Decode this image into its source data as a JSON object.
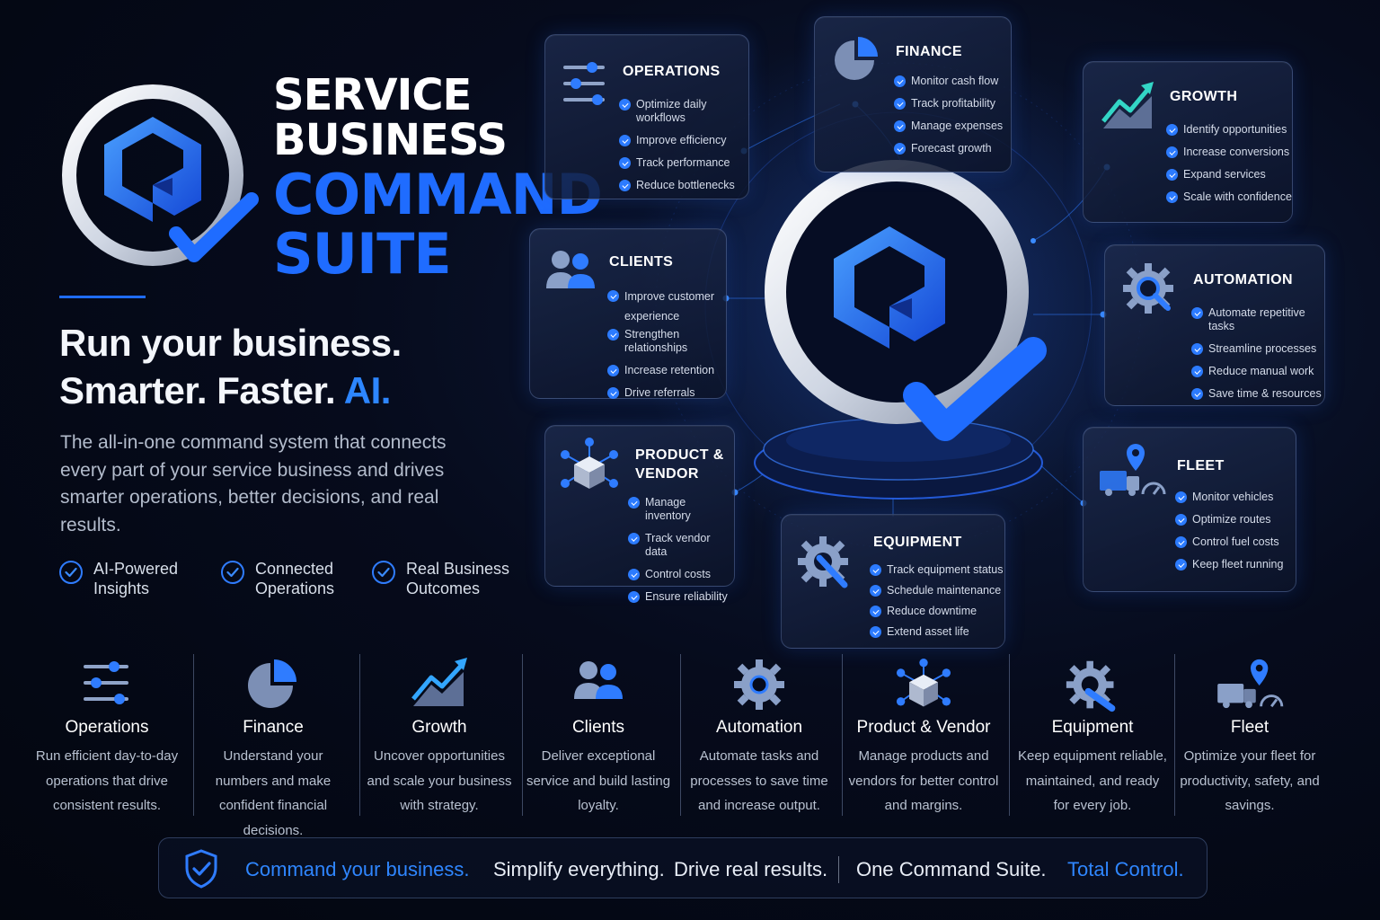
{
  "brand": {
    "line1": "SERVICE",
    "line2": "BUSINESS",
    "line3": "COMMAND",
    "line4": "SUITE",
    "logo_icon": "q-check-logo-icon"
  },
  "hero": {
    "headline_1": "Run your business.",
    "headline_2a": "Smarter. Faster. ",
    "headline_2b": "AI.",
    "description": "The all-in-one command system that connects every part of your service business and drives smarter operations, better decisions, and real results.",
    "pills": [
      "AI-Powered Insights",
      "Connected Operations",
      "Real Business Outcomes"
    ]
  },
  "cards": {
    "operations": {
      "title": "OPERATIONS",
      "icon": "sliders-icon",
      "items": [
        "Optimize daily workflows",
        "Improve efficiency",
        "Track performance",
        "Reduce bottlenecks"
      ]
    },
    "finance": {
      "title": "FINANCE",
      "icon": "pie-chart-icon",
      "items": [
        "Monitor cash flow",
        "Track profitability",
        "Manage expenses",
        "Forecast growth"
      ]
    },
    "growth": {
      "title": "GROWTH",
      "icon": "trend-up-icon",
      "items": [
        "Identify opportunities",
        "Increase conversions",
        "Expand services",
        "Scale with confidence"
      ]
    },
    "clients": {
      "title": "CLIENTS",
      "icon": "users-icon",
      "items": [
        "Improve customer experience",
        "Strengthen relationships",
        "Increase retention",
        "Drive referrals"
      ]
    },
    "automation": {
      "title": "AUTOMATION",
      "icon": "gear-search-icon",
      "items": [
        "Automate repetitive tasks",
        "Streamline processes",
        "Reduce manual work",
        "Save time & resources"
      ]
    },
    "product": {
      "title_1": "PRODUCT &",
      "title_2": "VENDOR",
      "icon": "network-cube-icon",
      "items": [
        "Manage inventory",
        "Track vendor data",
        "Control costs",
        "Ensure reliability"
      ]
    },
    "equipment": {
      "title": "EQUIPMENT",
      "icon": "gear-wrench-icon",
      "items": [
        "Track equipment status",
        "Schedule maintenance",
        "Reduce downtime",
        "Extend asset life"
      ]
    },
    "fleet": {
      "title": "FLEET",
      "icon": "truck-pin-icon",
      "items": [
        "Monitor vehicles",
        "Optimize routes",
        "Control fuel costs",
        "Keep fleet running"
      ]
    }
  },
  "columns": [
    {
      "name": "Operations",
      "desc": "Run efficient day-to-day operations that drive consistent results.",
      "icon": "sliders-icon"
    },
    {
      "name": "Finance",
      "desc": "Understand your numbers and make confident financial decisions.",
      "icon": "pie-chart-icon"
    },
    {
      "name": "Growth",
      "desc": "Uncover opportunities and scale your business with strategy.",
      "icon": "trend-up-icon"
    },
    {
      "name": "Clients",
      "desc": "Deliver exceptional service and build lasting loyalty.",
      "icon": "users-icon"
    },
    {
      "name": "Automation",
      "desc": "Automate tasks and processes to save time and increase output.",
      "icon": "gear-icon"
    },
    {
      "name": "Product & Vendor",
      "desc": "Manage products and vendors for better control and margins.",
      "icon": "network-cube-icon"
    },
    {
      "name": "Equipment",
      "desc": "Keep equipment reliable, maintained, and ready for every job.",
      "icon": "gear-wrench-icon"
    },
    {
      "name": "Fleet",
      "desc": "Optimize your fleet for productivity, safety, and savings.",
      "icon": "truck-pin-icon"
    }
  ],
  "footer": {
    "part1": "Command your business.",
    "part2": "Simplify everything.",
    "part3": "Drive real results.",
    "part4": "One Command Suite.",
    "part5": "Total Control.",
    "icon": "shield-check-icon"
  },
  "colors": {
    "accent": "#1f6cff",
    "accent_light": "#2f86ff",
    "background": "#060b1c",
    "text": "#e6ecf7"
  }
}
